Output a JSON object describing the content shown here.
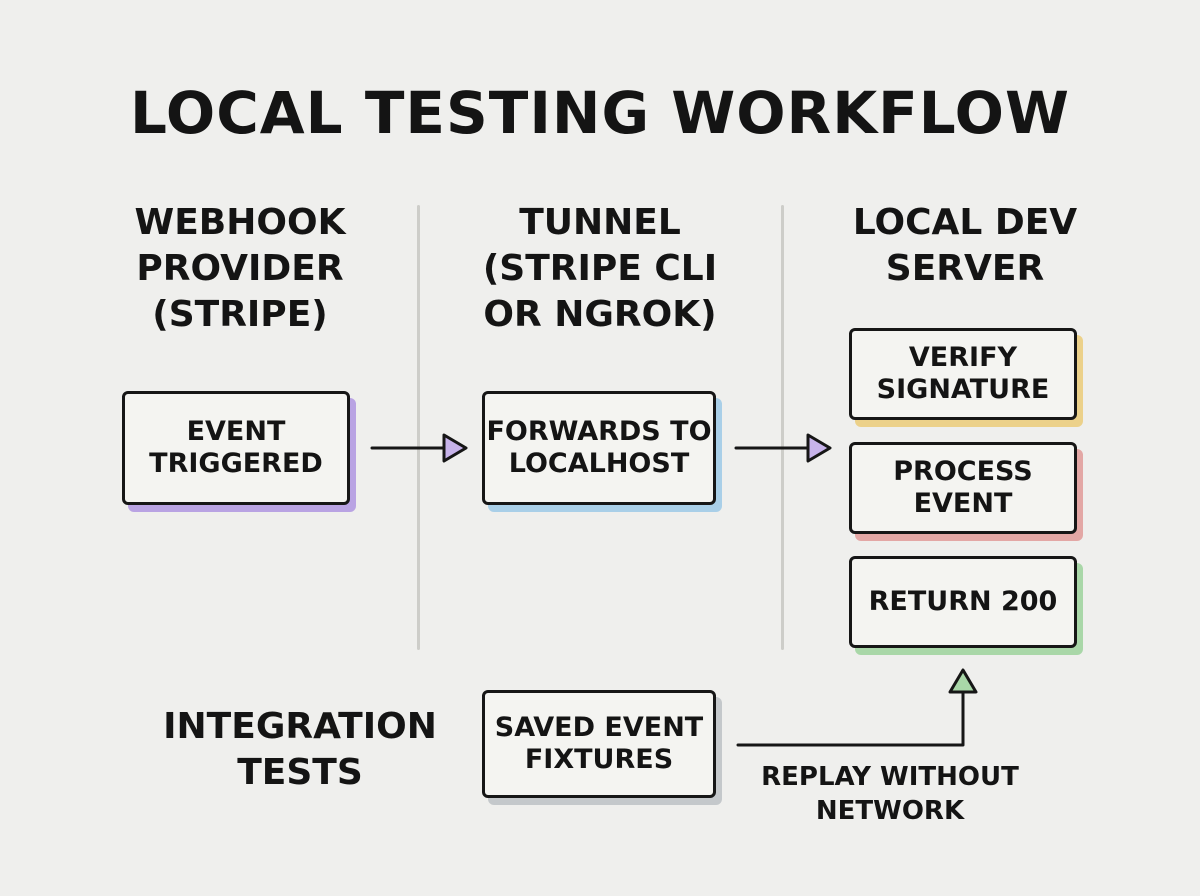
{
  "title": "LOCAL TESTING WORKFLOW",
  "columns": {
    "provider": "WEBHOOK\nPROVIDER\n(STRIPE)",
    "tunnel": "TUNNEL\n(STRIPE CLI\nOR NGROK)",
    "server": "LOCAL DEV\nSERVER"
  },
  "boxes": {
    "event_triggered": "EVENT\nTRIGGERED",
    "forwards": "FORWARDS TO\nLOCALHOST",
    "verify": "VERIFY\nSIGNATURE",
    "process": "PROCESS\nEVENT",
    "return200": "RETURN 200",
    "fixtures": "SAVED EVENT\nFIXTURES"
  },
  "integration_label": "INTEGRATION\nTESTS",
  "replay_label": "REPLAY WITHOUT\nNETWORK",
  "colors": {
    "provider_accent": "#b9a3e3",
    "tunnel_accent": "#a9cfe8",
    "verify_accent": "#ecd18a",
    "process_accent": "#e3a7a5",
    "return_accent": "#a9d7a8",
    "fixtures_accent": "#c4c8cb"
  }
}
